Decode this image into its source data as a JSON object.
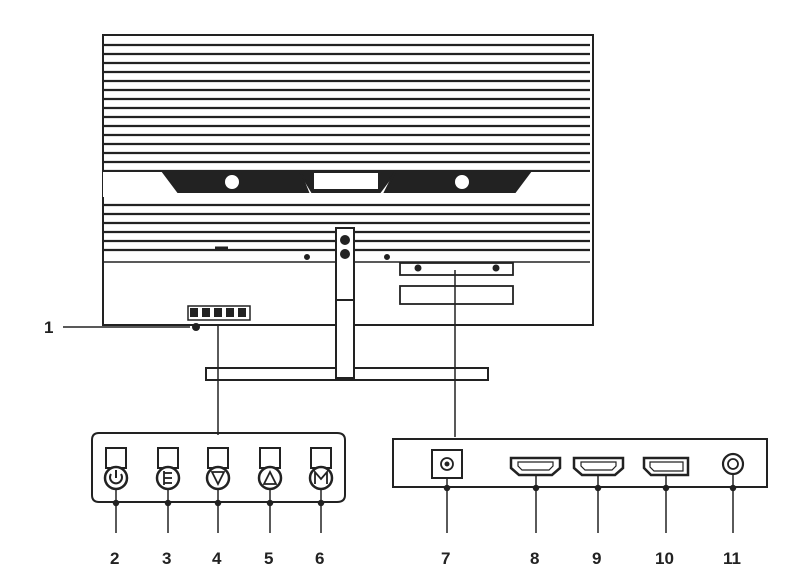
{
  "callouts": {
    "c1": "1",
    "c2": "2",
    "c3": "3",
    "c4": "4",
    "c5": "5",
    "c6": "6",
    "c7": "7",
    "c8": "8",
    "c9": "9",
    "c10": "10",
    "c11": "11"
  },
  "icons": {
    "button_2": "power-icon",
    "button_3": "menu-icon",
    "button_4": "down-arrow-icon",
    "button_5": "up-arrow-icon",
    "button_6": "m-mode-icon",
    "port_7": "dc-power-jack-icon",
    "port_8": "hdmi-port-icon",
    "port_9": "hdmi-port-icon",
    "port_10": "displayport-icon",
    "port_11": "audio-jack-icon"
  },
  "colors": {
    "line": "#222222",
    "background": "#ffffff"
  }
}
